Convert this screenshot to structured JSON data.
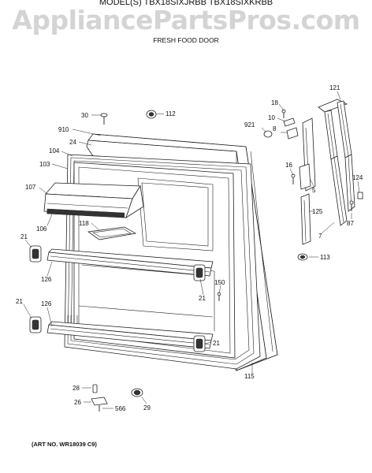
{
  "header": {
    "watermark": "AppliancePartsPros.com",
    "model_line": "MODEL(S) TBX18SIXJRBB  TBX18SIXKRBB",
    "section_title": "FRESH FOOD DOOR"
  },
  "footer": {
    "art_number": "(ART NO. WR18039 C9)"
  },
  "callouts": {
    "c30": "30",
    "c112": "112",
    "c910": "910",
    "c24": "24",
    "c104": "104",
    "c103": "103",
    "c107": "107",
    "c106": "106",
    "c118": "118",
    "c21a": "21",
    "c126a": "126",
    "c21b": "21",
    "c126b": "126",
    "c21c": "21",
    "c21d": "21",
    "c150": "150",
    "c115": "115",
    "c18": "18",
    "c10": "10",
    "c921": "921",
    "c8": "8",
    "c121": "121",
    "c16": "16",
    "c5": "5",
    "c124": "124",
    "c125": "125",
    "c7": "7",
    "c87": "87",
    "c113": "113",
    "c28": "28",
    "c26": "26",
    "c566": "566",
    "c29": "29"
  }
}
